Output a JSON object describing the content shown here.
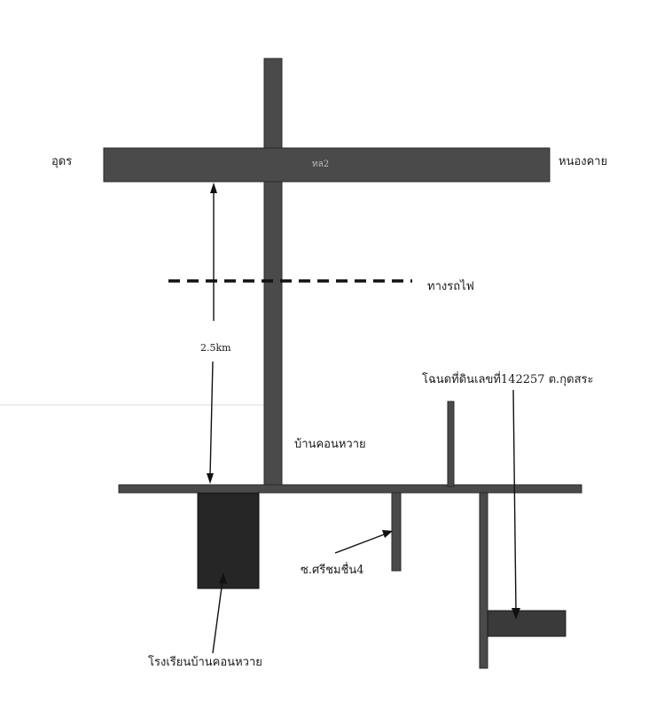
{
  "labels": {
    "west_destination": "อุดร",
    "east_destination": "หนองคาย",
    "highway": "ทล2",
    "railway": "ทางรถไฟ",
    "distance": "2.5km",
    "village": "บ้านคอนหวาย",
    "plot": "โฉนดที่ดินเลขที่142257 ต.กุดสระ",
    "soi": "ซ.ศรีชมชื่น4",
    "school": "โรงเรียนบ้านคอนหวาย"
  },
  "colors": {
    "road": "#4a4a4a",
    "school_block": "#262626",
    "plot_block": "#3a3a3a",
    "line": "#111111"
  }
}
